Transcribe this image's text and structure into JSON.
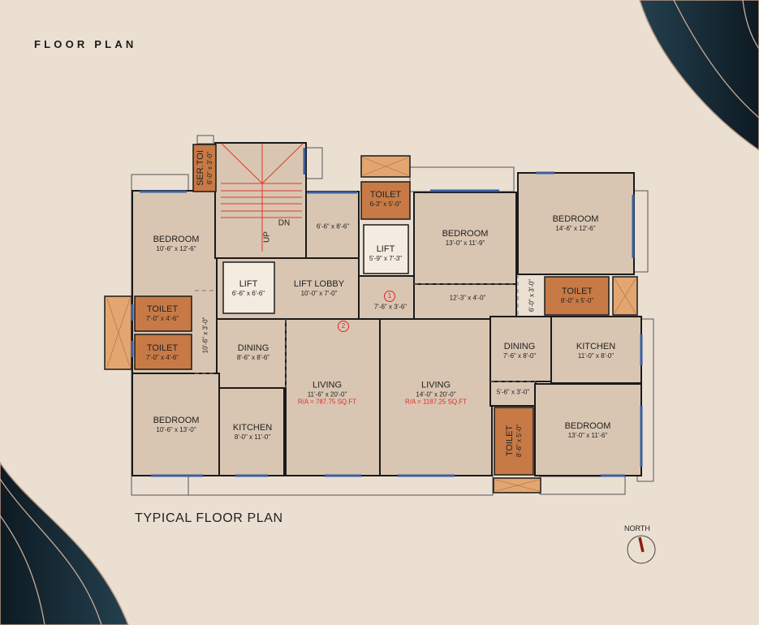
{
  "header": {
    "title": "FLOOR PLAN"
  },
  "plan": {
    "caption": "TYPICAL FLOOR PLAN",
    "compass_label": "NORTH",
    "colors": {
      "background": "#ebdfd2",
      "room_fill": "#d9c6b2",
      "toilet_fill": "#c77a45",
      "duct_fill": "#e3a670",
      "lift_fill": "#f4ece0",
      "wall": "#1a1a1a",
      "window": "#3a5fa0",
      "stair_line": "#e03a2a",
      "area_text": "#e02a2a",
      "corner_swoosh": "#1d3444"
    },
    "tags": [
      "1",
      "2"
    ],
    "rooms": {
      "ser_toi": {
        "name": "SER.TOI",
        "dim": "6'-0\" x 3'-0\""
      },
      "stair_dn": {
        "name": "DN"
      },
      "stair_up": {
        "name": "UP"
      },
      "passage_a": {
        "dim": "6'-6\" x 8'-6\""
      },
      "bedroom_1": {
        "name": "BEDROOM",
        "dim": "10'-6\" x 12'-6\""
      },
      "lift_1": {
        "name": "LIFT",
        "dim": "6'-6\" x 6'-6\""
      },
      "lift_lobby": {
        "name": "LIFT LOBBY",
        "dim": "10'-0\" x 7'-0\""
      },
      "toilet_a": {
        "name": "TOILET",
        "dim": "7'-0\" x 4'-6\""
      },
      "toilet_b": {
        "name": "TOILET",
        "dim": "7'-0\" x 4'-6\""
      },
      "passage_b": {
        "dim": "10'-6\" x 3'-0\""
      },
      "dining_1": {
        "name": "DINING",
        "dim": "8'-6\" x 8'-6\""
      },
      "living_1": {
        "name": "LIVING",
        "dim": "11'-6\" x 20'-0\"",
        "area": "R/A = 787.75 SQ.FT"
      },
      "bedroom_2": {
        "name": "BEDROOM",
        "dim": "10'-6\" x 13'-0\""
      },
      "kitchen_1": {
        "name": "KITCHEN",
        "dim": "8'-0\" x 11'-0\""
      },
      "toilet_c": {
        "name": "TOILET",
        "dim": "6-3\" x 5'-0\""
      },
      "lift_2": {
        "name": "LIFT",
        "dim": "5'-9\" x 7'-3\""
      },
      "lobby_1": {
        "dim": "7'-6\" x 3'-6\""
      },
      "bedroom_3": {
        "name": "BEDROOM",
        "dim": "13'-0\" x 11'-9\""
      },
      "passage_c": {
        "dim": "12'-3\" x 4'-0\""
      },
      "bedroom_4": {
        "name": "BEDROOM",
        "dim": "14'-6\" x 12'-6\""
      },
      "passage_d": {
        "dim": "6'-0\" x 3'-0\""
      },
      "toilet_d": {
        "name": "TOILET",
        "dim": "8'-0\" x 5'-0\""
      },
      "living_2": {
        "name": "LIVING",
        "dim": "14'-0\" x 20'-0\"",
        "area": "R/A = 1187.25 SQ.FT"
      },
      "dining_2": {
        "name": "DINING",
        "dim": "7'-6\" x 8'-0\""
      },
      "kitchen_2": {
        "name": "KITCHEN",
        "dim": "11'-0\" x 8'-0\""
      },
      "passage_e": {
        "dim": "5'-6\" x 3'-0\""
      },
      "toilet_e": {
        "name": "TOILET",
        "dim": "8'-6\" x 5'-0\""
      },
      "bedroom_5": {
        "name": "BEDROOM",
        "dim": "13'-0\" x 11'-6\""
      }
    }
  }
}
